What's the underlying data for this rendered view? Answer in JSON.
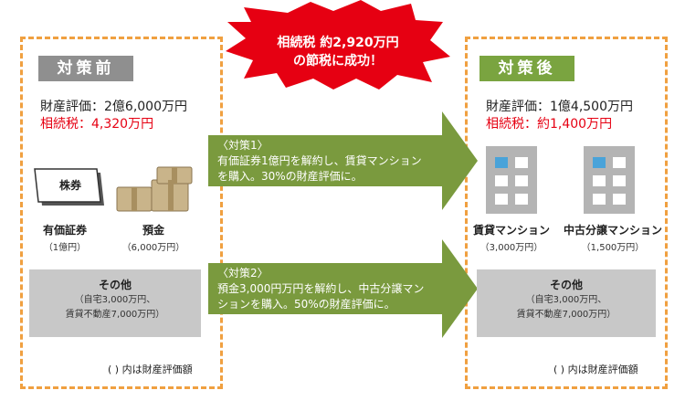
{
  "burst": {
    "line1": "相続税 約2,920万円",
    "line2": "の節税に成功！"
  },
  "before": {
    "title": "対策前",
    "valuation": "財産評価：2億6,000万円",
    "tax": "相続税：4,320万円",
    "stock_label": "株券",
    "stock_name": "有価証券",
    "stock_value": "（1億円）",
    "cash_name": "預金",
    "cash_value": "（6,000万円）",
    "other_title": "その他",
    "other_line1": "（自宅3,000万円、",
    "other_line2": "賃貸不動産7,000万円）",
    "note": "( ) 内は財産評価額"
  },
  "after": {
    "title": "対策後",
    "valuation": "財産評価：1億4,500万円",
    "tax": "相続税：約1,400万円",
    "rental_name": "賃貸マンション",
    "rental_value": "（3,000万円）",
    "used_name": "中古分譲マンション",
    "used_value": "（1,500万円）",
    "other_title": "その他",
    "other_line1": "（自宅3,000万円、",
    "other_line2": "賃貸不動産7,000万円）",
    "note": "( ) 内は財産評価額"
  },
  "measure1": {
    "heading": "〈対策1〉",
    "line1": "有価証券1億円を解約し、賃貸マンション",
    "line2": "を購入。30%の財産評価に。"
  },
  "measure2": {
    "heading": "〈対策2〉",
    "line1": "預金3,000円万円を解約し、中古分譲マン",
    "line2": "ションを購入。50%の財産評価に。"
  },
  "colors": {
    "burst": "#e60012",
    "arrow": "#7a9a3e",
    "accent_tax": "#e60012",
    "border": "#f0a040",
    "gray": "#c8c8c8"
  }
}
